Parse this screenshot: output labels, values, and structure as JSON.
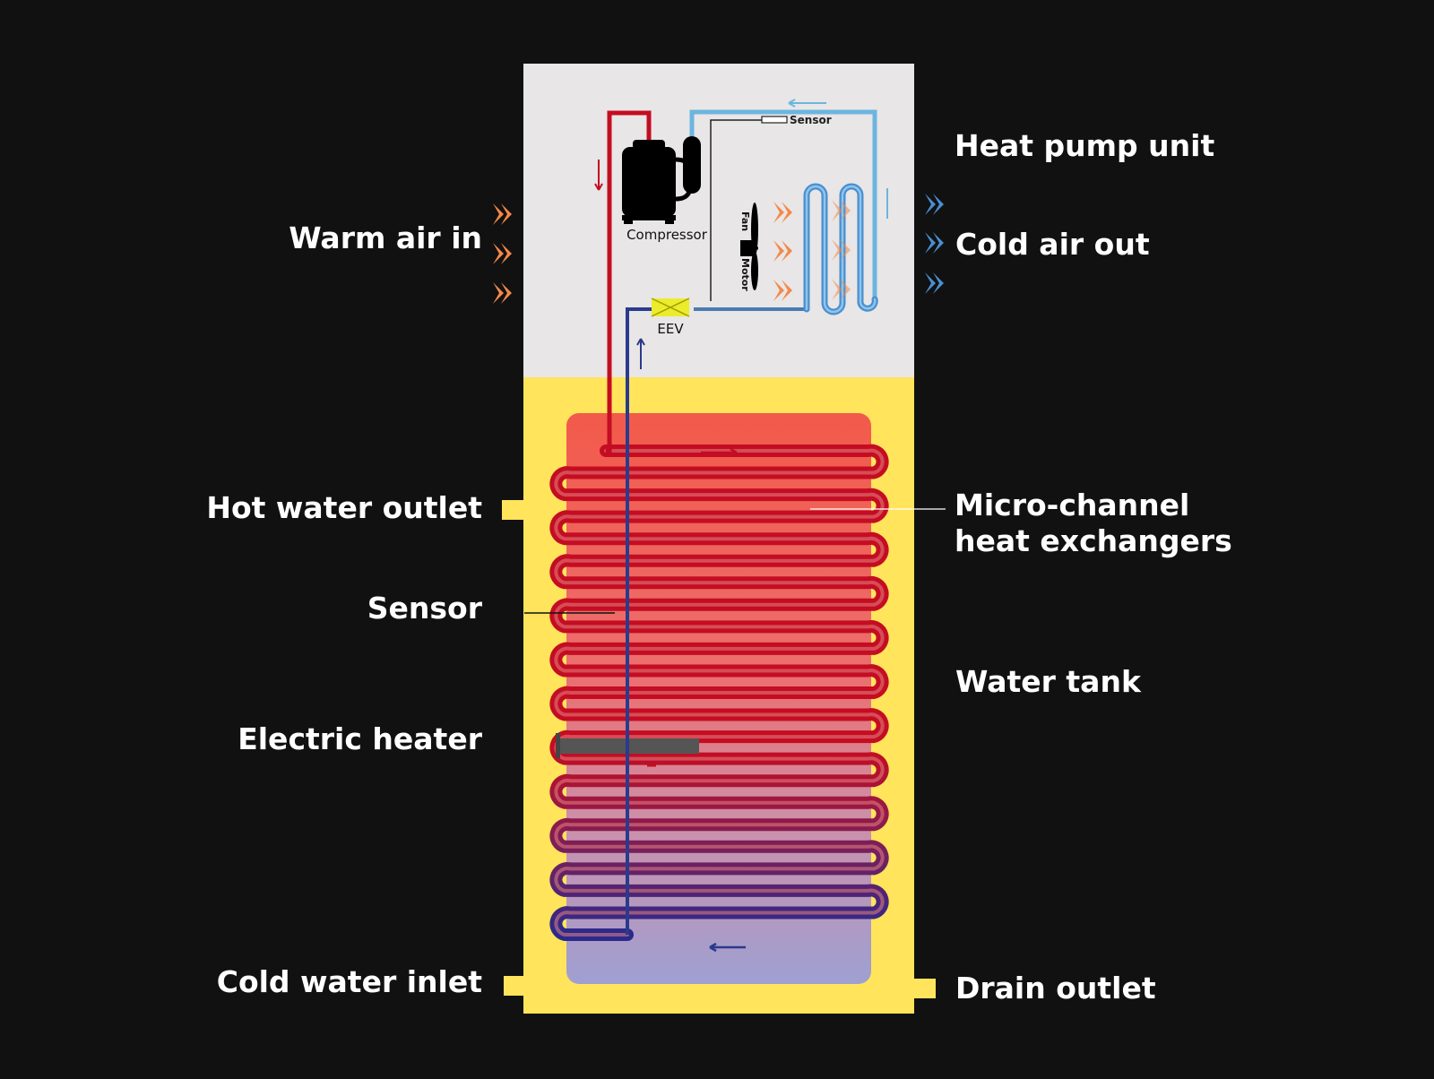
{
  "labels": {
    "heat_pump_unit": "Heat pump unit",
    "warm_air_in": "Warm air in",
    "cold_air_out": "Cold air out",
    "hot_water_outlet": "Hot water outlet",
    "micro_channel_line1": "Micro-channel",
    "micro_channel_line2": "heat exchangers",
    "sensor": "Sensor",
    "water_tank": "Water tank",
    "electric_heater": "Electric heater",
    "cold_water_inlet": "Cold water inlet",
    "drain_outlet": "Drain outlet"
  },
  "unit_labels": {
    "compressor": "Compressor",
    "sensor": "Sensor",
    "fan": "Fan",
    "motor": "Motor",
    "eev": "EEV"
  },
  "colors": {
    "background": "#111111",
    "unit_panel": "#e8e6e6",
    "tank_casing": "#ffe45c",
    "hot_refrigerant": "#c40d22",
    "cold_refrigerant": "#2a3a8c",
    "suction_line": "#6cb5e0",
    "warm_air_arrow": "#f4884a",
    "cold_air_arrow": "#4a8ed0",
    "heater": "#555555",
    "eev": "#ecec2c"
  },
  "icons": [
    "compressor-icon",
    "fan-motor-icon",
    "eev-valve-icon",
    "warm-air-arrow-icon",
    "cold-air-arrow-icon",
    "flow-arrow-icon"
  ]
}
